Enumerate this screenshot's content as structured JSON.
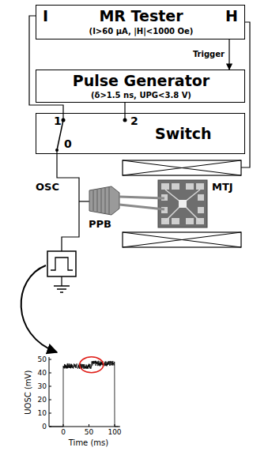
{
  "diagram": {
    "nodes": [
      {
        "text": [
          "I",
          "MR Tester",
          "H",
          "(I>60 μA, |H|<1000 Oe)"
        ]
      },
      {
        "text": [
          "Pulse Generator",
          "(δ>1.5 ns, UPG<3.8 V)"
        ]
      },
      {
        "text": [
          "1",
          "2",
          "Switch",
          "0"
        ]
      }
    ],
    "edges": [
      {
        "from": 0,
        "to": 2,
        "arrow": "none"
      },
      {
        "from": 0,
        "to": 1,
        "arrow": "to",
        "label": "Trigger"
      },
      {
        "from": 1,
        "to": 2,
        "arrow": "none"
      }
    ],
    "labels": [
      "OSC",
      "MTJ",
      "PPB",
      "50",
      "40",
      "30",
      "20",
      "10",
      "0",
      "0",
      "50",
      "100",
      "UOSC (mV)",
      "Time (ms)"
    ]
  }
}
